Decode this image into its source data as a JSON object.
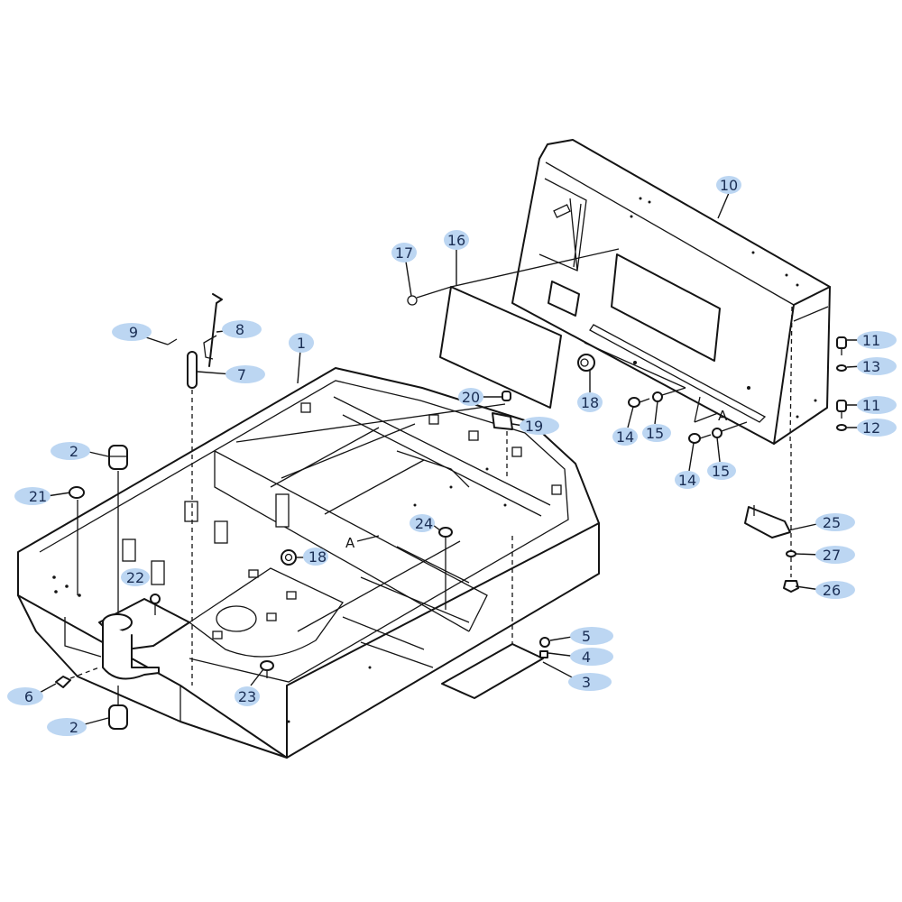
{
  "diagram": {
    "title": "Exploded parts view – base frame and rear housing",
    "colors": {
      "callout_bubble": "#bcd6f2",
      "callout_text": "#1b2f55",
      "line": "#141414"
    },
    "section_marker": "A",
    "callouts": [
      {
        "id": "c1",
        "label": "1",
        "part": "base-frame"
      },
      {
        "id": "c2a",
        "label": "2",
        "part": "bushing-upper"
      },
      {
        "id": "c2b",
        "label": "2",
        "part": "bushing-lower"
      },
      {
        "id": "c3",
        "label": "3",
        "part": "cover-plate"
      },
      {
        "id": "c4",
        "label": "4",
        "part": "washer"
      },
      {
        "id": "c5",
        "label": "5",
        "part": "nut"
      },
      {
        "id": "c6",
        "label": "6",
        "part": "grease-nipple"
      },
      {
        "id": "c7",
        "label": "7",
        "part": "pin"
      },
      {
        "id": "c8",
        "label": "8",
        "part": "lever"
      },
      {
        "id": "c9",
        "label": "9",
        "part": "screw"
      },
      {
        "id": "c10",
        "label": "10",
        "part": "rear-housing"
      },
      {
        "id": "c11a",
        "label": "11",
        "part": "bolt-upper"
      },
      {
        "id": "c11b",
        "label": "11",
        "part": "bolt-lower"
      },
      {
        "id": "c12",
        "label": "12",
        "part": "washer-lower"
      },
      {
        "id": "c13",
        "label": "13",
        "part": "washer-upper"
      },
      {
        "id": "c14a",
        "label": "14",
        "part": "screw-left"
      },
      {
        "id": "c14b",
        "label": "14",
        "part": "screw-right"
      },
      {
        "id": "c15a",
        "label": "15",
        "part": "washer-left"
      },
      {
        "id": "c15b",
        "label": "15",
        "part": "washer-right"
      },
      {
        "id": "c16",
        "label": "16",
        "part": "panel"
      },
      {
        "id": "c17",
        "label": "17",
        "part": "panel-screw"
      },
      {
        "id": "c18a",
        "label": "18",
        "part": "grommet-housing"
      },
      {
        "id": "c18b",
        "label": "18",
        "part": "grommet-frame"
      },
      {
        "id": "c19",
        "label": "19",
        "part": "bracket"
      },
      {
        "id": "c20",
        "label": "20",
        "part": "bracket-screw"
      },
      {
        "id": "c21",
        "label": "21",
        "part": "plug"
      },
      {
        "id": "c22",
        "label": "22",
        "part": "knob"
      },
      {
        "id": "c23",
        "label": "23",
        "part": "plug-front"
      },
      {
        "id": "c24",
        "label": "24",
        "part": "plug-center"
      },
      {
        "id": "c25",
        "label": "25",
        "part": "mounting-bracket"
      },
      {
        "id": "c26",
        "label": "26",
        "part": "nut-bottom"
      },
      {
        "id": "c27",
        "label": "27",
        "part": "washer-bottom"
      }
    ]
  }
}
